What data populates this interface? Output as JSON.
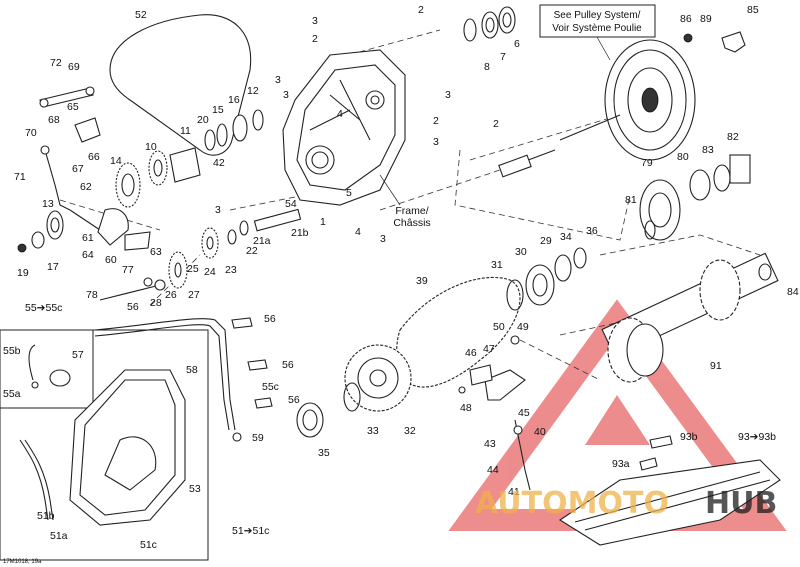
{
  "note_box": {
    "line1": "See Pulley System/",
    "line2": "Voir Système Poulie"
  },
  "frame_label": {
    "line1": "Frame/",
    "line2": "Châssis"
  },
  "group_labels": {
    "g55": "55➔55c",
    "g51": "51➔51c",
    "g93": "93➔93b"
  },
  "footer_ref": "17M1018, 19a",
  "watermark": {
    "part1": "AUTOMOTO",
    "part2": "HUB",
    "color_light": "#f0b24a",
    "color_dark": "#1e1e1e",
    "triangle_color": "#e03030"
  },
  "callouts": [
    {
      "id": "c52",
      "text": "52"
    },
    {
      "id": "c2a",
      "text": "2"
    },
    {
      "id": "c3a",
      "text": "3"
    },
    {
      "id": "c2b",
      "text": "2"
    },
    {
      "id": "c3b",
      "text": "3"
    },
    {
      "id": "c8",
      "text": "8"
    },
    {
      "id": "c7",
      "text": "7"
    },
    {
      "id": "c6",
      "text": "6"
    },
    {
      "id": "c86",
      "text": "86"
    },
    {
      "id": "c89",
      "text": "89"
    },
    {
      "id": "c85",
      "text": "85"
    },
    {
      "id": "c72",
      "text": "72"
    },
    {
      "id": "c69",
      "text": "69"
    },
    {
      "id": "c65",
      "text": "65"
    },
    {
      "id": "c68",
      "text": "68"
    },
    {
      "id": "c70",
      "text": "70"
    },
    {
      "id": "c66",
      "text": "66"
    },
    {
      "id": "c67",
      "text": "67"
    },
    {
      "id": "c71",
      "text": "71"
    },
    {
      "id": "c14",
      "text": "14"
    },
    {
      "id": "c10",
      "text": "10"
    },
    {
      "id": "c11",
      "text": "11"
    },
    {
      "id": "c20",
      "text": "20"
    },
    {
      "id": "c15",
      "text": "15"
    },
    {
      "id": "c16",
      "text": "16"
    },
    {
      "id": "c12",
      "text": "12"
    },
    {
      "id": "c3c",
      "text": "3"
    },
    {
      "id": "c4a",
      "text": "4"
    },
    {
      "id": "c3d",
      "text": "3"
    },
    {
      "id": "c2c",
      "text": "2"
    },
    {
      "id": "c3e",
      "text": "3"
    },
    {
      "id": "c2d",
      "text": "2"
    },
    {
      "id": "c42",
      "text": "42"
    },
    {
      "id": "c3f",
      "text": "3"
    },
    {
      "id": "c62",
      "text": "62"
    },
    {
      "id": "c13",
      "text": "13"
    },
    {
      "id": "c61",
      "text": "61"
    },
    {
      "id": "c60",
      "text": "60"
    },
    {
      "id": "c63",
      "text": "63"
    },
    {
      "id": "c64",
      "text": "64"
    },
    {
      "id": "c19",
      "text": "19"
    },
    {
      "id": "c17",
      "text": "17"
    },
    {
      "id": "c54",
      "text": "54"
    },
    {
      "id": "c1",
      "text": "1"
    },
    {
      "id": "c5",
      "text": "5"
    },
    {
      "id": "c4b",
      "text": "4"
    },
    {
      "id": "c3g",
      "text": "3"
    },
    {
      "id": "c21a",
      "text": "21a"
    },
    {
      "id": "c21b",
      "text": "21b"
    },
    {
      "id": "c22",
      "text": "22"
    },
    {
      "id": "c23",
      "text": "23"
    },
    {
      "id": "c24",
      "text": "24"
    },
    {
      "id": "c25",
      "text": "25"
    },
    {
      "id": "c26",
      "text": "26"
    },
    {
      "id": "c27",
      "text": "27"
    },
    {
      "id": "c28",
      "text": "28"
    },
    {
      "id": "c77",
      "text": "77"
    },
    {
      "id": "c78",
      "text": "78"
    },
    {
      "id": "c56a",
      "text": "56"
    },
    {
      "id": "c56b",
      "text": "56"
    },
    {
      "id": "c56c",
      "text": "56"
    },
    {
      "id": "c56d",
      "text": "56"
    },
    {
      "id": "c55b",
      "text": "55b"
    },
    {
      "id": "c57",
      "text": "57"
    },
    {
      "id": "c55a",
      "text": "55a"
    },
    {
      "id": "c58",
      "text": "58"
    },
    {
      "id": "c55c",
      "text": "55c"
    },
    {
      "id": "c59",
      "text": "59"
    },
    {
      "id": "c53",
      "text": "53"
    },
    {
      "id": "c51b",
      "text": "51b"
    },
    {
      "id": "c51a",
      "text": "51a"
    },
    {
      "id": "c51c",
      "text": "51c"
    },
    {
      "id": "c39",
      "text": "39"
    },
    {
      "id": "c31",
      "text": "31"
    },
    {
      "id": "c30",
      "text": "30"
    },
    {
      "id": "c29",
      "text": "29"
    },
    {
      "id": "c34",
      "text": "34"
    },
    {
      "id": "c36",
      "text": "36"
    },
    {
      "id": "c79",
      "text": "79"
    },
    {
      "id": "c80",
      "text": "80"
    },
    {
      "id": "c83",
      "text": "83"
    },
    {
      "id": "c82",
      "text": "82"
    },
    {
      "id": "c81",
      "text": "81"
    },
    {
      "id": "c84",
      "text": "84"
    },
    {
      "id": "c91",
      "text": "91"
    },
    {
      "id": "c50",
      "text": "50"
    },
    {
      "id": "c49",
      "text": "49"
    },
    {
      "id": "c46",
      "text": "46"
    },
    {
      "id": "c47",
      "text": "47"
    },
    {
      "id": "c48",
      "text": "48"
    },
    {
      "id": "c45",
      "text": "45"
    },
    {
      "id": "c40",
      "text": "40"
    },
    {
      "id": "c43",
      "text": "43"
    },
    {
      "id": "c44",
      "text": "44"
    },
    {
      "id": "c41",
      "text": "41"
    },
    {
      "id": "c33",
      "text": "33"
    },
    {
      "id": "c32",
      "text": "32"
    },
    {
      "id": "c35",
      "text": "35"
    },
    {
      "id": "c93b",
      "text": "93b"
    },
    {
      "id": "c93a",
      "text": "93a"
    }
  ]
}
